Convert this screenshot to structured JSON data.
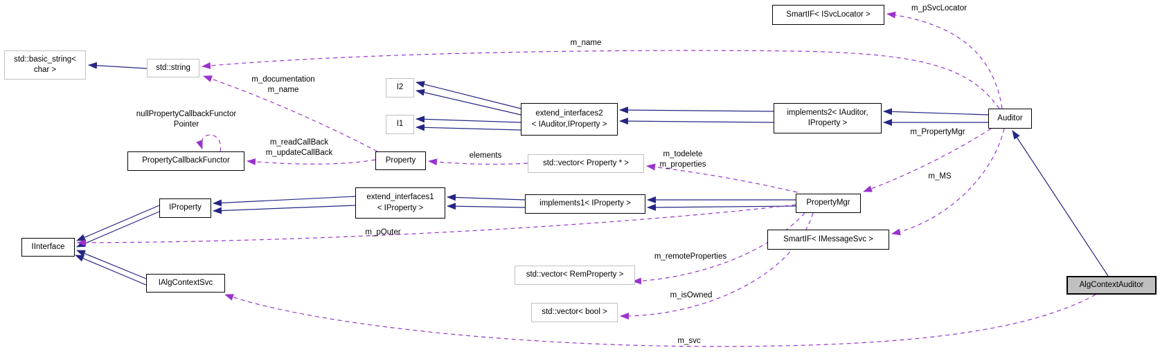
{
  "colors": {
    "inheritance_edge": "#252585",
    "usage_edge": "#9a32cd",
    "node_border": "#000000",
    "template_node_border": "#c0c0c0",
    "selected_node_fill": "#bfbfbf",
    "background": "#ffffff"
  },
  "nodes": {
    "basic_string": {
      "lines": [
        "std::basic_string<",
        "char >"
      ]
    },
    "std_string": {
      "lines": [
        "std::string"
      ]
    },
    "smartif_isvclocator": {
      "lines": [
        "SmartIF< ISvcLocator >"
      ]
    },
    "i2": {
      "lines": [
        "I2"
      ]
    },
    "i1": {
      "lines": [
        "I1"
      ]
    },
    "extend_interfaces2": {
      "lines": [
        "extend_interfaces2",
        "< IAuditor,IProperty >"
      ]
    },
    "implements2": {
      "lines": [
        "implements2< IAuditor,",
        "IProperty >"
      ]
    },
    "auditor": {
      "lines": [
        "Auditor"
      ]
    },
    "property_callback_functor": {
      "lines": [
        "PropertyCallbackFunctor"
      ]
    },
    "property": {
      "lines": [
        "Property"
      ]
    },
    "vector_property_ptr": {
      "lines": [
        "std::vector< Property * >"
      ]
    },
    "iproperty": {
      "lines": [
        "IProperty"
      ]
    },
    "extend_interfaces1": {
      "lines": [
        "extend_interfaces1",
        "< IProperty >"
      ]
    },
    "implements1": {
      "lines": [
        "implements1< IProperty >"
      ]
    },
    "property_mgr": {
      "lines": [
        "PropertyMgr"
      ]
    },
    "smartif_imessagesvc": {
      "lines": [
        "SmartIF< IMessageSvc >"
      ]
    },
    "iinterface": {
      "lines": [
        "IInterface"
      ]
    },
    "ialgcontextsvc": {
      "lines": [
        "IAlgContextSvc"
      ]
    },
    "vector_remproperty": {
      "lines": [
        "std::vector< RemProperty >"
      ]
    },
    "vector_bool": {
      "lines": [
        "std::vector< bool >"
      ]
    },
    "alg_context_auditor": {
      "lines": [
        "AlgContextAuditor"
      ]
    }
  },
  "edge_labels": {
    "auditor_name": {
      "lines": [
        "m_name"
      ]
    },
    "psvclocator": {
      "lines": [
        "m_pSvcLocator"
      ]
    },
    "property_strings": {
      "lines": [
        "m_documentation",
        "m_name"
      ]
    },
    "null_functor": {
      "lines": [
        "nullPropertyCallbackFunctor",
        "Pointer"
      ]
    },
    "callbacks": {
      "lines": [
        "m_readCallBack",
        "m_updateCallBack"
      ]
    },
    "elements": {
      "lines": [
        "elements"
      ]
    },
    "todelete_properties": {
      "lines": [
        "m_todelete",
        "m_properties"
      ]
    },
    "property_mgr_ref": {
      "lines": [
        "m_PropertyMgr"
      ]
    },
    "ms": {
      "lines": [
        "m_MS"
      ]
    },
    "pouter": {
      "lines": [
        "m_pOuter"
      ]
    },
    "remote_properties": {
      "lines": [
        "m_remoteProperties"
      ]
    },
    "is_owned": {
      "lines": [
        "m_isOwned"
      ]
    },
    "svc": {
      "lines": [
        "m_svc"
      ]
    }
  }
}
